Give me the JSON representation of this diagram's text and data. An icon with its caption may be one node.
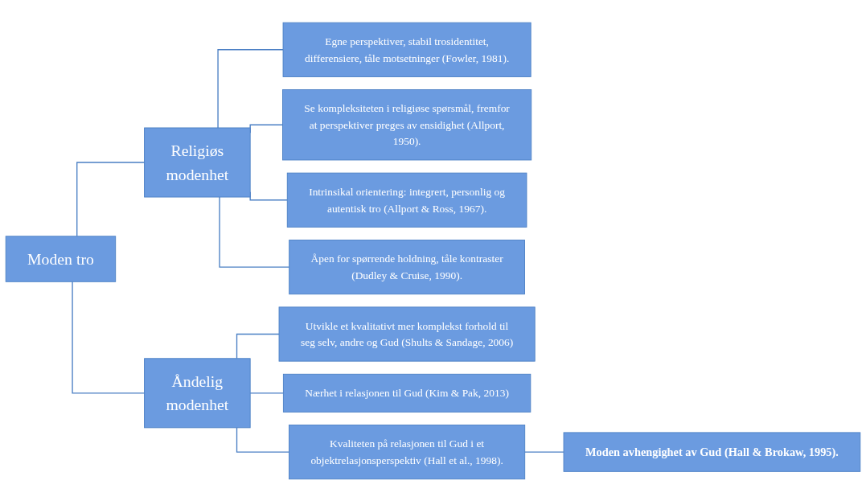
{
  "diagram": {
    "nodes": [
      {
        "text": [
          "Moden tro"
        ]
      },
      {
        "text": [
          "Religiøs modenhet"
        ]
      },
      {
        "text": [
          "Egne perspektiver, stabil trosidentitet, differensiere, tåle motsetninger (Fowler, 1981)."
        ]
      },
      {
        "text": [
          "Se kompleksiteten i religiøse spørsmål, fremfor at perspektiver preges av ensidighet (Allport, 1950)."
        ]
      },
      {
        "text": [
          "Intrinsikal orientering: integrert, personlig og autentisk tro (Allport & Ross, 1967)."
        ]
      },
      {
        "text": [
          "Åpen for spørrende holdning, tåle kontraster (Dudley & Cruise, 1990)."
        ]
      },
      {
        "text": [
          "Åndelig modenhet"
        ]
      },
      {
        "text": [
          "Utvikle et kvalitativt mer komplekst forhold til seg selv, andre og Gud (Shults & Sandage, 2006)"
        ]
      },
      {
        "text": [
          "Nærhet i relasjonen til Gud (Kim & Pak, 2013)"
        ]
      },
      {
        "text": [
          "Kvaliteten på relasjonen til Gud i et objektrelasjonsperspektiv (Hall et al., 1998)."
        ]
      },
      {
        "text": [
          "Moden avhengighet av Gud (Hall & Brokaw, 1995)."
        ]
      }
    ],
    "edges": [
      {
        "from": 0,
        "to": 1,
        "arrow": "none"
      },
      {
        "from": 0,
        "to": 6,
        "arrow": "none"
      },
      {
        "from": 1,
        "to": 2,
        "arrow": "none"
      },
      {
        "from": 1,
        "to": 3,
        "arrow": "none"
      },
      {
        "from": 1,
        "to": 4,
        "arrow": "none"
      },
      {
        "from": 1,
        "to": 5,
        "arrow": "none"
      },
      {
        "from": 6,
        "to": 7,
        "arrow": "none"
      },
      {
        "from": 6,
        "to": 8,
        "arrow": "none"
      },
      {
        "from": 6,
        "to": 9,
        "arrow": "none"
      },
      {
        "from": 9,
        "to": 10,
        "arrow": "none"
      }
    ]
  }
}
